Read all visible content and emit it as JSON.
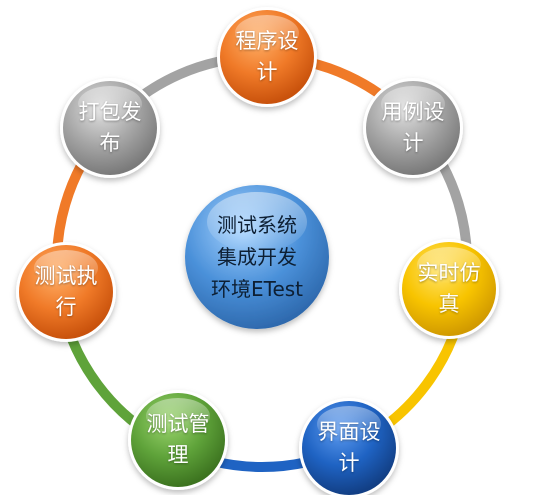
{
  "center": {
    "line1": "测试系统",
    "line2": "集成开发",
    "line3": "环境ETest"
  },
  "nodes": [
    {
      "line1": "程序设",
      "line2": "计",
      "color": "#f07a28"
    },
    {
      "line1": "用例设",
      "line2": "计",
      "color": "#a3a3a3"
    },
    {
      "line1": "实时仿",
      "line2": "真",
      "color": "#f8c400"
    },
    {
      "line1": "界面设",
      "line2": "计",
      "color": "#1f63c3"
    },
    {
      "line1": "测试管",
      "line2": "理",
      "color": "#5fa33a"
    },
    {
      "line1": "测试执",
      "line2": "行",
      "color": "#f07a28"
    },
    {
      "line1": "打包发",
      "line2": "布",
      "color": "#a3a3a3"
    }
  ],
  "ring_segments": [
    "#f07a28",
    "#a3a3a3",
    "#f8c400",
    "#1f63c3",
    "#5fa33a",
    "#f07a28",
    "#a3a3a3"
  ],
  "center_color": "#4a90d9"
}
